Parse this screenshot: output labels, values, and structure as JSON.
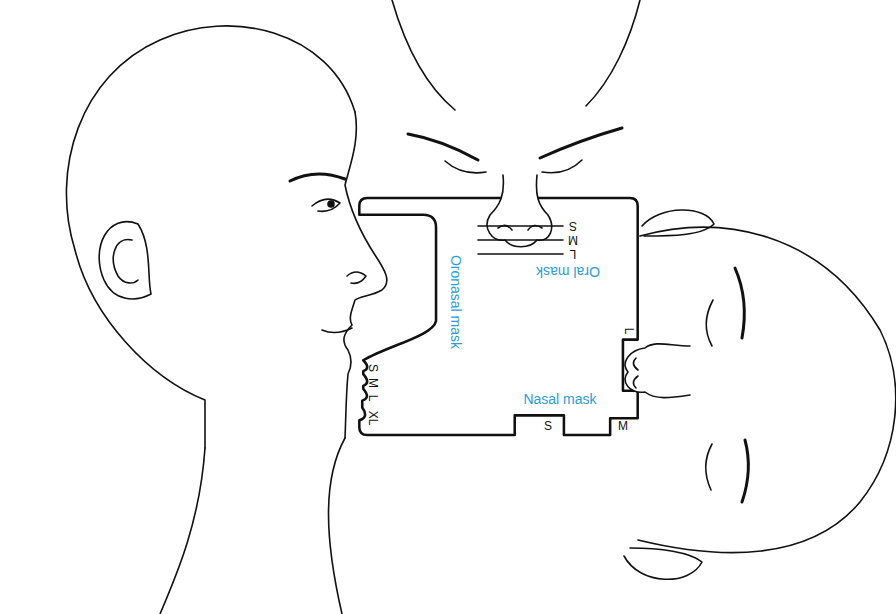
{
  "diagram": {
    "nodes": [
      {
        "text": [
          "Oronasal mask",
          "Oral mask",
          "Nasal mask"
        ]
      }
    ],
    "labels": [
      "S",
      "M",
      "L",
      "S",
      "M",
      "L",
      "XL",
      "L",
      "S",
      "M"
    ]
  }
}
